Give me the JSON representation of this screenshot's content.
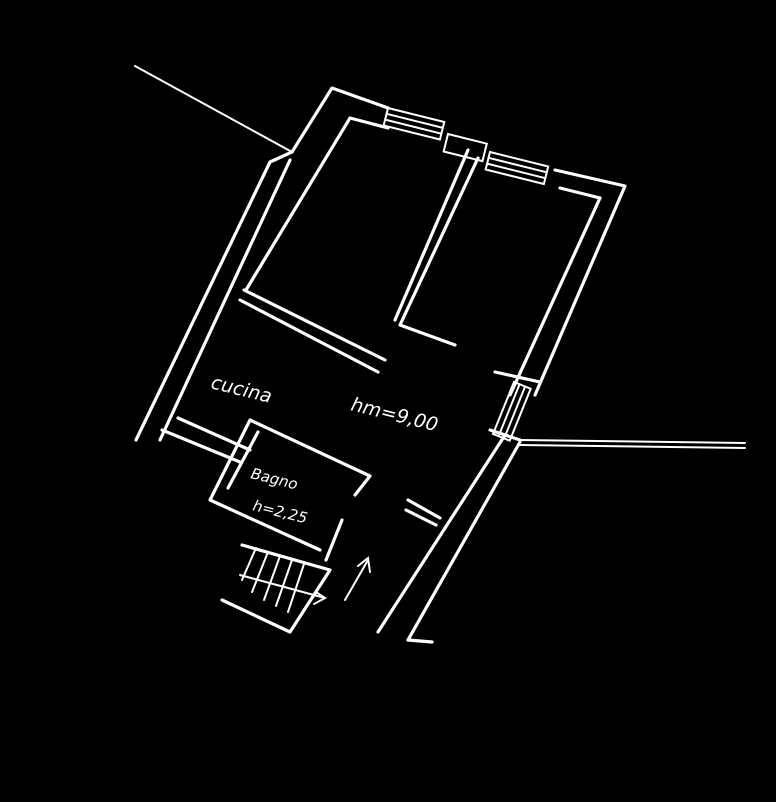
{
  "labels": {
    "kitchen": "cucina",
    "kitchen_height": "hm=9,00",
    "bathroom": "Bagno",
    "bathroom_height": "h=2,25"
  },
  "colors": {
    "background": "#000000",
    "ink": "#ffffff"
  }
}
